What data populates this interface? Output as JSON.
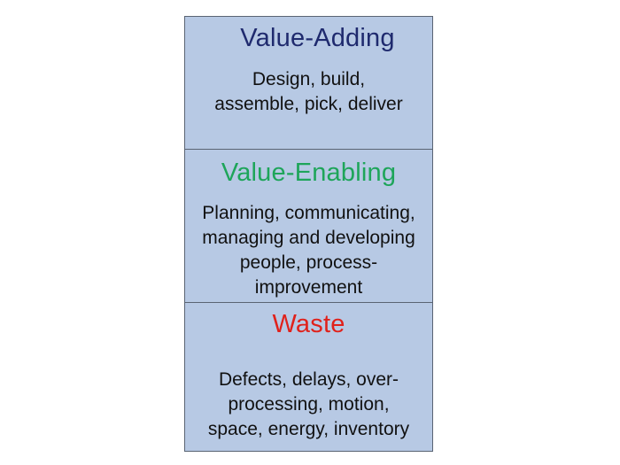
{
  "colors": {
    "box_fill": "#b7c9e4",
    "border": "#5a6473",
    "value_adding_title": "#1f2a6e",
    "value_enabling_title": "#1ea55a",
    "waste_title": "#e0211b"
  },
  "sections": [
    {
      "title": "Value-Adding",
      "lines": [
        "Design, build,",
        "assemble, pick, deliver"
      ]
    },
    {
      "title": "Value-Enabling",
      "lines": [
        "Planning, communicating,",
        "managing and developing",
        "people, process-",
        "improvement"
      ]
    },
    {
      "title": "Waste",
      "lines": [
        "Defects, delays, over-",
        "processing, motion,",
        "space, energy, inventory"
      ]
    }
  ]
}
